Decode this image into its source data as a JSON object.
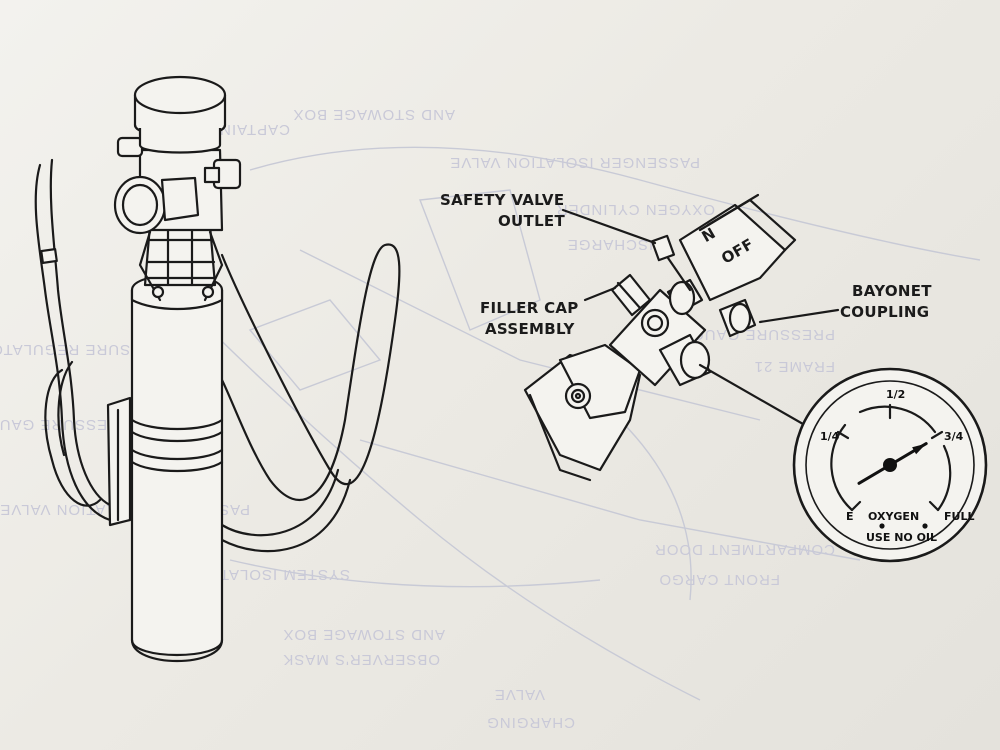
{
  "callouts": {
    "safety_valve_outlet": [
      "SAFETY VALVE",
      "OUTLET"
    ],
    "filler_cap_assembly": [
      "FILLER CAP",
      "ASSEMBLY"
    ],
    "bayonet_coupling": [
      "BAYONET",
      "COUPLING"
    ]
  },
  "valve_marking": "OFF",
  "gauge": {
    "tick_quarter": "1/4",
    "tick_half": "1/2",
    "tick_three_quarter": "3/4",
    "label_empty": "E",
    "label_full": "FULL",
    "label_gas": "OXYGEN",
    "label_warning": "USE NO OIL",
    "needle_fraction": 0.72
  },
  "background_labels": {
    "captains_mask": "CAPTAIN'S MASK",
    "and_stowage_box_1": "AND STOWAGE BOX",
    "passenger_isolation_valve": "PASSENGER ISOLATION VALVE",
    "oxygen_cylinder": "OXYGEN CYLINDER",
    "discharge": "DISCHARGE",
    "pressure_gauge": "PRESSURE GAUGE",
    "frame_21": "FRAME 21",
    "pressure_regulator": "PRESSURE REGULATOR",
    "pressure_gauge_left": "PRESSURE GAUGE",
    "passenger_isolation_valve_left": "PASSENGER ISOLATION VALVE",
    "system_isolation_valve": "SYSTEM ISOLATION VALVE",
    "compartment_door": "COMPARTMENT DOOR",
    "front_cargo": "FRONT CARGO",
    "observers_mask": "OBSERVER'S MASK",
    "and_stowage_box_2": "AND STOWAGE BOX",
    "valve": "VALVE",
    "charging": "CHARGING"
  }
}
